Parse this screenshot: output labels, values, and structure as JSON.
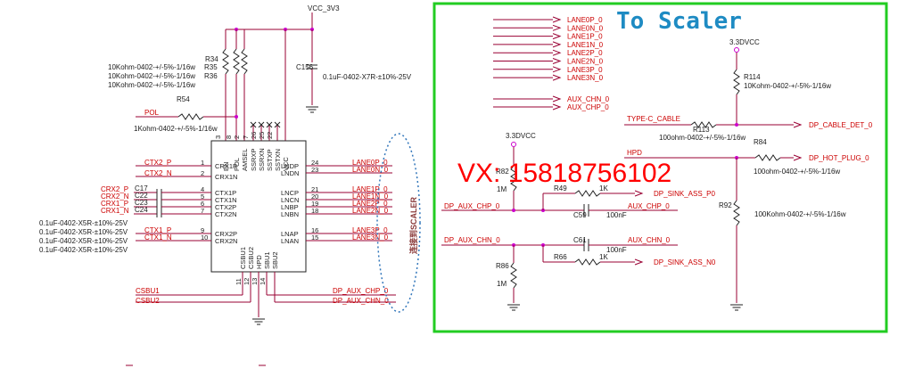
{
  "title": "To Scaler",
  "watermark": "VX: 15818756102",
  "scaler_tag": "连接到SCALER",
  "vcc_main": "VCC_3V3",
  "vcc_small": "3.3DVCC",
  "left": {
    "r34": "R34",
    "r34_val": "10Kohm-0402-+/-5%-1/16w",
    "r35": "R35",
    "r35_val": "10Kohm-0402-+/-5%-1/16w",
    "r36": "R36",
    "r36_val": "10Kohm-0402-+/-5%-1/16w",
    "r54": "R54",
    "r54_val": "1Kohm-0402-+/-5%-1/16w",
    "pol": "POL",
    "c156": "C156",
    "c156_val": "0.1uF-0402-X7R-±10%-25V",
    "cap_val": "0.1uF-0402-X5R-±10%-25V",
    "caps": [
      "C17",
      "C22",
      "C23",
      "C24"
    ],
    "csbu1": "CSBU1",
    "csbu2": "CSBU2"
  },
  "ic": {
    "top_pins": [
      {
        "num": "3",
        "name": "EN"
      },
      {
        "num": "8",
        "name": "POL"
      },
      {
        "num": "2",
        "name": "AMSEL"
      },
      {
        "num": "7",
        "name": "SSRXP"
      },
      {
        "num": "26",
        "name": "SSRXN"
      },
      {
        "num": "25",
        "name": "SSTXP"
      },
      {
        "num": "22",
        "name": "SSTXN"
      },
      {
        "num": "",
        "name": "VCC"
      }
    ],
    "left_pins": [
      {
        "num": "1",
        "name": "CRX1P",
        "net": "CTX2_P"
      },
      {
        "num": "2",
        "name": "CRX1N",
        "net": "CTX2_N"
      },
      {
        "num": "4",
        "name": "CTX1P",
        "net": "CRX2_P"
      },
      {
        "num": "5",
        "name": "CTX1N",
        "net": "CRX2_N"
      },
      {
        "num": "6",
        "name": "CTX2P",
        "net": "CRX1_P"
      },
      {
        "num": "7",
        "name": "CTX2N",
        "net": "CRX1_N"
      },
      {
        "num": "9",
        "name": "CRX2P",
        "net": "CTX1_P"
      },
      {
        "num": "10",
        "name": "CRX2N",
        "net": "CTX1_N"
      }
    ],
    "right_pins": [
      {
        "num": "24",
        "name": "LNDP",
        "net": "LANE0P_0"
      },
      {
        "num": "23",
        "name": "LNDN",
        "net": "LANE0N_0"
      },
      {
        "num": "21",
        "name": "LNCP",
        "net": "LANE1P_0"
      },
      {
        "num": "20",
        "name": "LNCN",
        "net": "LANE1N_0"
      },
      {
        "num": "19",
        "name": "LNBP",
        "net": "LANE2P_0"
      },
      {
        "num": "18",
        "name": "LNBN",
        "net": "LANE2N_0"
      },
      {
        "num": "16",
        "name": "LNAP",
        "net": "LANE3P_0"
      },
      {
        "num": "15",
        "name": "LNAN",
        "net": "LANE3N_0"
      }
    ],
    "bottom_pins": [
      {
        "num": "11",
        "name": "CSBU1"
      },
      {
        "num": "12",
        "name": "CSBU2"
      },
      {
        "num": "13",
        "name": "HPD"
      },
      {
        "num": "14",
        "name": "SBU1"
      },
      {
        "num": "",
        "name": "SBU2"
      }
    ],
    "aux_p": "DP_AUX_CHP_0",
    "aux_n": "DP_AUX_CHN_0"
  },
  "right": {
    "lanes": [
      "LANE0P_0",
      "LANE0N_0",
      "LANE1P_0",
      "LANE1N_0",
      "LANE2P_0",
      "LANE2N_0",
      "LANE3P_0",
      "LANE3N_0"
    ],
    "aux_chn": "AUX_CHN_0",
    "aux_chp": "AUX_CHP_0",
    "r114": "R114",
    "r114_val": "10Kohm-0402-+/-5%-1/16w",
    "type_c": "TYPE-C_CABLE",
    "r113": "R113",
    "r113_val": "100ohm-0402-+/-5%-1/16w",
    "dp_cable_det": "DP_CABLE_DET_0",
    "hpd": "HPD",
    "r84": "R84",
    "r84_val": "100ohm-0402-+/-5%-1/16w",
    "dp_hot_plug": "DP_HOT_PLUG_0",
    "r82": "R82",
    "r82_val": "1M",
    "r49": "R49",
    "r49_val": "1K",
    "dp_sink_p": "DP_SINK_ASS_P0",
    "dp_aux_chp": "DP_AUX_CHP_0",
    "c59": "C59",
    "c59_val": "100nF",
    "r92": "R92",
    "r92_val": "100Kohm-0402-+/-5%-1/16w",
    "dp_aux_chn": "DP_AUX_CHN_0",
    "c61": "C61",
    "aux_chn2": "AUX_CHN_0",
    "c61_val": "100nF",
    "r66": "R66",
    "r66_val": "1K",
    "dp_sink_n": "DP_SINK_ASS_N0",
    "r86": "R86",
    "r86_val": "1M"
  }
}
